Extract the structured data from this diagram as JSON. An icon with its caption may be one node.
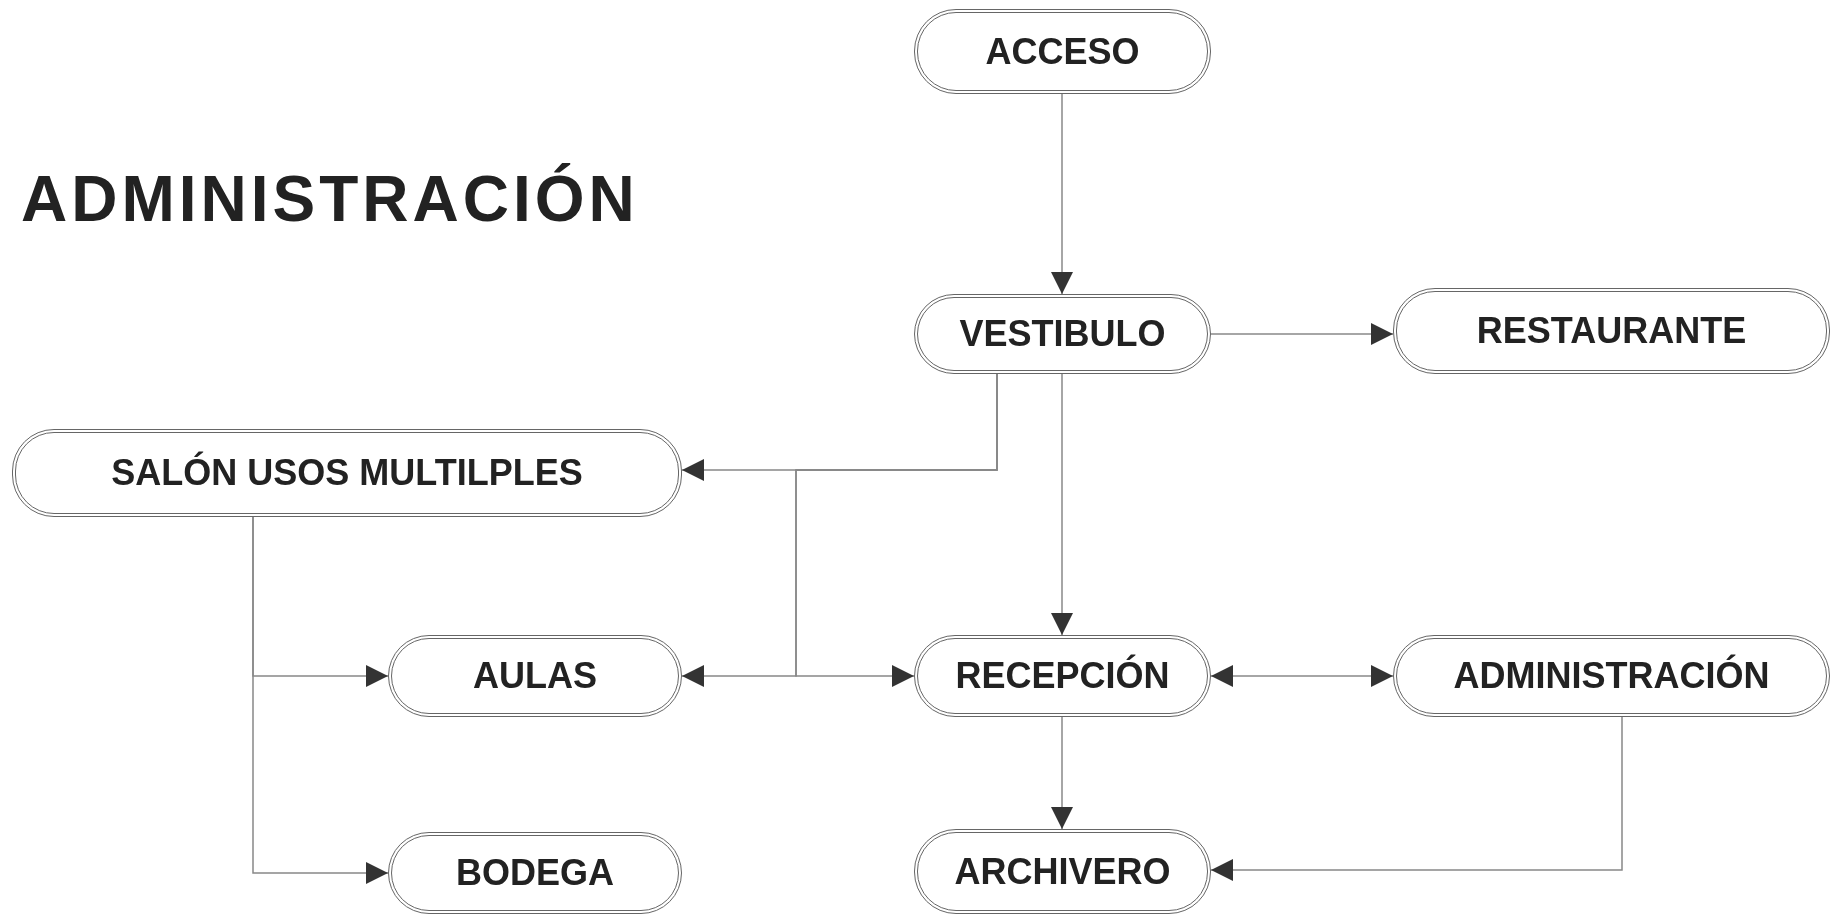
{
  "diagram": {
    "title": "ADMINISTRACIÓN",
    "nodes": [
      {
        "text": [
          "ACCESO"
        ]
      },
      {
        "text": [
          "VESTIBULO"
        ]
      },
      {
        "text": [
          "RESTAURANTE"
        ]
      },
      {
        "text": [
          "SALÓN USOS MULTILPLES"
        ]
      },
      {
        "text": [
          "AULAS"
        ]
      },
      {
        "text": [
          "RECEPCIÓN"
        ]
      },
      {
        "text": [
          "ADMINISTRACIÓN"
        ]
      },
      {
        "text": [
          "BODEGA"
        ]
      },
      {
        "text": [
          "ARCHIVERO"
        ]
      }
    ],
    "edges": [
      {
        "from": 0,
        "to": 1,
        "arrow": "to"
      },
      {
        "from": 1,
        "to": 2,
        "arrow": "to"
      },
      {
        "from": 1,
        "to": 5,
        "arrow": "to"
      },
      {
        "from": 1,
        "to": 3,
        "arrow": "to"
      },
      {
        "from": 1,
        "to": 4,
        "arrow": "to"
      },
      {
        "from": 1,
        "to": 5,
        "arrow": "to"
      },
      {
        "from": 3,
        "to": 4,
        "arrow": "to"
      },
      {
        "from": 3,
        "to": 7,
        "arrow": "to"
      },
      {
        "from": 5,
        "to": 6,
        "arrow": "both"
      },
      {
        "from": 5,
        "to": 8,
        "arrow": "to"
      },
      {
        "from": 6,
        "to": 8,
        "arrow": "to"
      }
    ]
  }
}
